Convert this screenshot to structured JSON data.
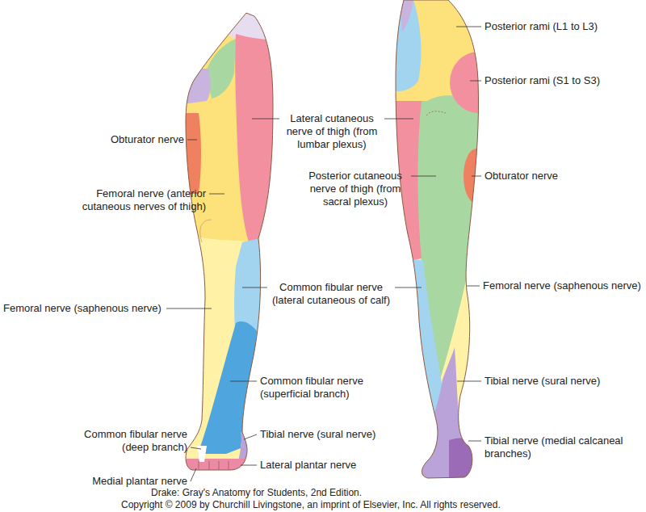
{
  "diagram": {
    "caption": "Drake: Gray's Anatomy for Students, 2nd Edition.",
    "labels": [
      "Obturator nerve",
      "Femoral nerve (anterior cutaneous nerves of thigh)",
      "Lateral cutaneous nerve of thigh (from lumbar plexus)",
      "Femoral nerve (saphenous nerve)",
      "Common fibular nerve (lateral cutaneous of calf)",
      "Common fibular nerve (superficial branch)",
      "Common fibular nerve (deep branch)",
      "Tibial nerve (sural nerve)",
      "Medial plantar nerve",
      "Lateral plantar nerve",
      "Posterior rami (L1 to L3)",
      "Posterior rami (S1 to S3)",
      "Posterior cutaneous nerve of thigh (from sacral plexus)",
      "Obturator nerve",
      "Femoral nerve (saphenous nerve)",
      "Tibial nerve (sural nerve)",
      "Tibial nerve (medial calcaneal branches)",
      "Copyright © 2009 by Churchill Livingstone, an imprint of Elsevier, Inc. All rights reserved."
    ]
  }
}
